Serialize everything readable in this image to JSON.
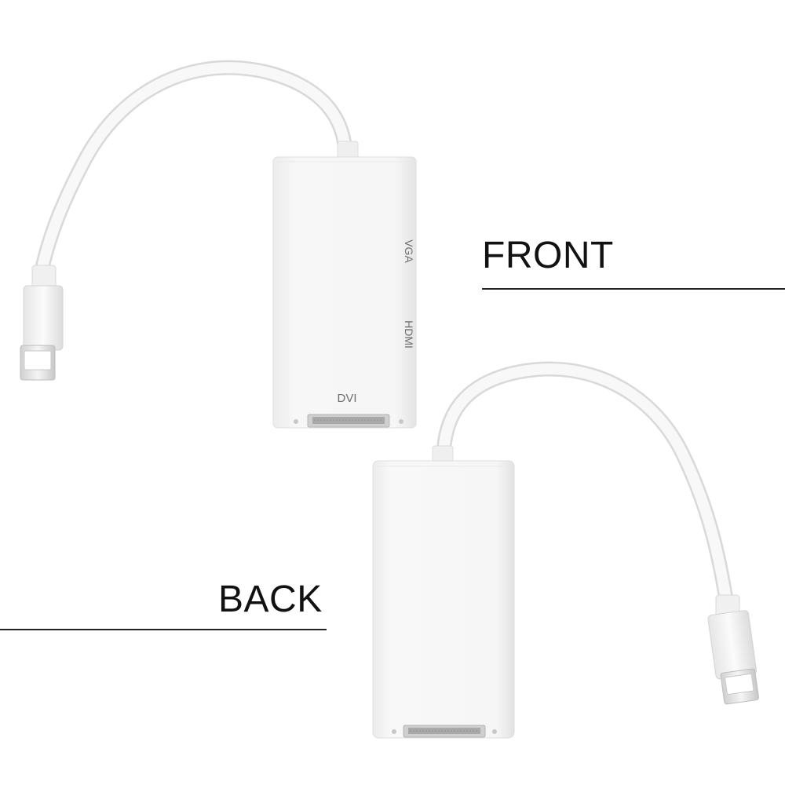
{
  "labels": {
    "front": "FRONT",
    "back": "BACK"
  },
  "ports": {
    "vga": "VGA",
    "hdmi": "HDMI",
    "dvi": "DVI"
  },
  "colors": {
    "background": "#ffffff",
    "adapter_body": "#f4f4f4",
    "cable": "#f6f6f6",
    "label_text": "#111111"
  }
}
